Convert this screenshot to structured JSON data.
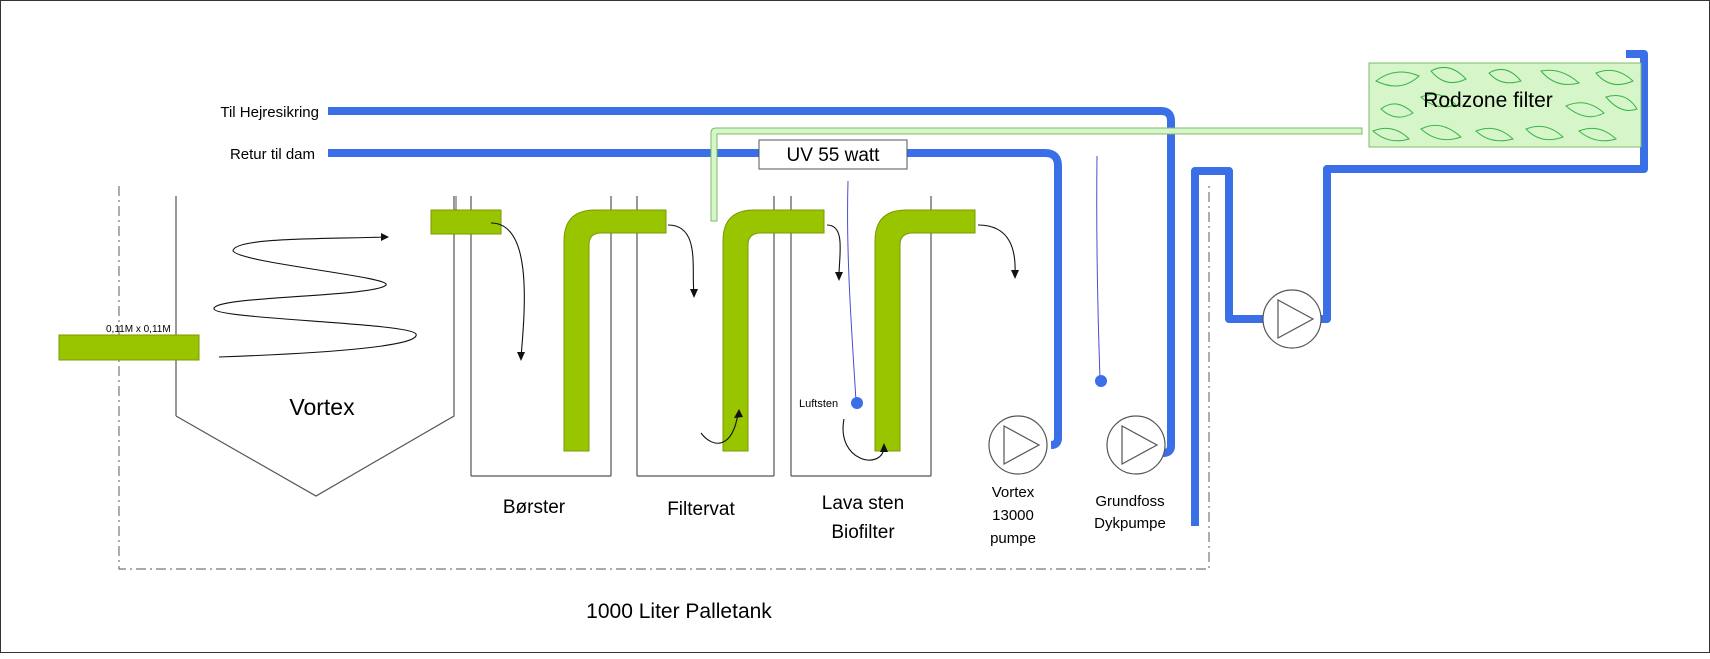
{
  "labels": {
    "hejresikring": "Til Hejresikring",
    "retur": "Retur til dam",
    "uv": "UV 55 watt",
    "rodzone": "Rodzone filter",
    "vortex": "Vortex",
    "borster": "Børster",
    "filtervat": "Filtervat",
    "lava_line1": "Lava sten",
    "lava_line2": "Biofilter",
    "vortex_pump_line1": "Vortex",
    "vortex_pump_line2": "13000",
    "vortex_pump_line3": "pumpe",
    "grundfoss_line1": "Grundfoss",
    "grundfoss_line2": "Dykpumpe",
    "luftsten": "Luftsten",
    "pipe_size": "0,11M x 0,11M",
    "tank": "1000 Liter Palletank"
  },
  "colors": {
    "pipe_blue": "#3a6fe8",
    "pipe_green": "#99c400",
    "light_green": "#d6f5c8",
    "line": "#666666"
  }
}
